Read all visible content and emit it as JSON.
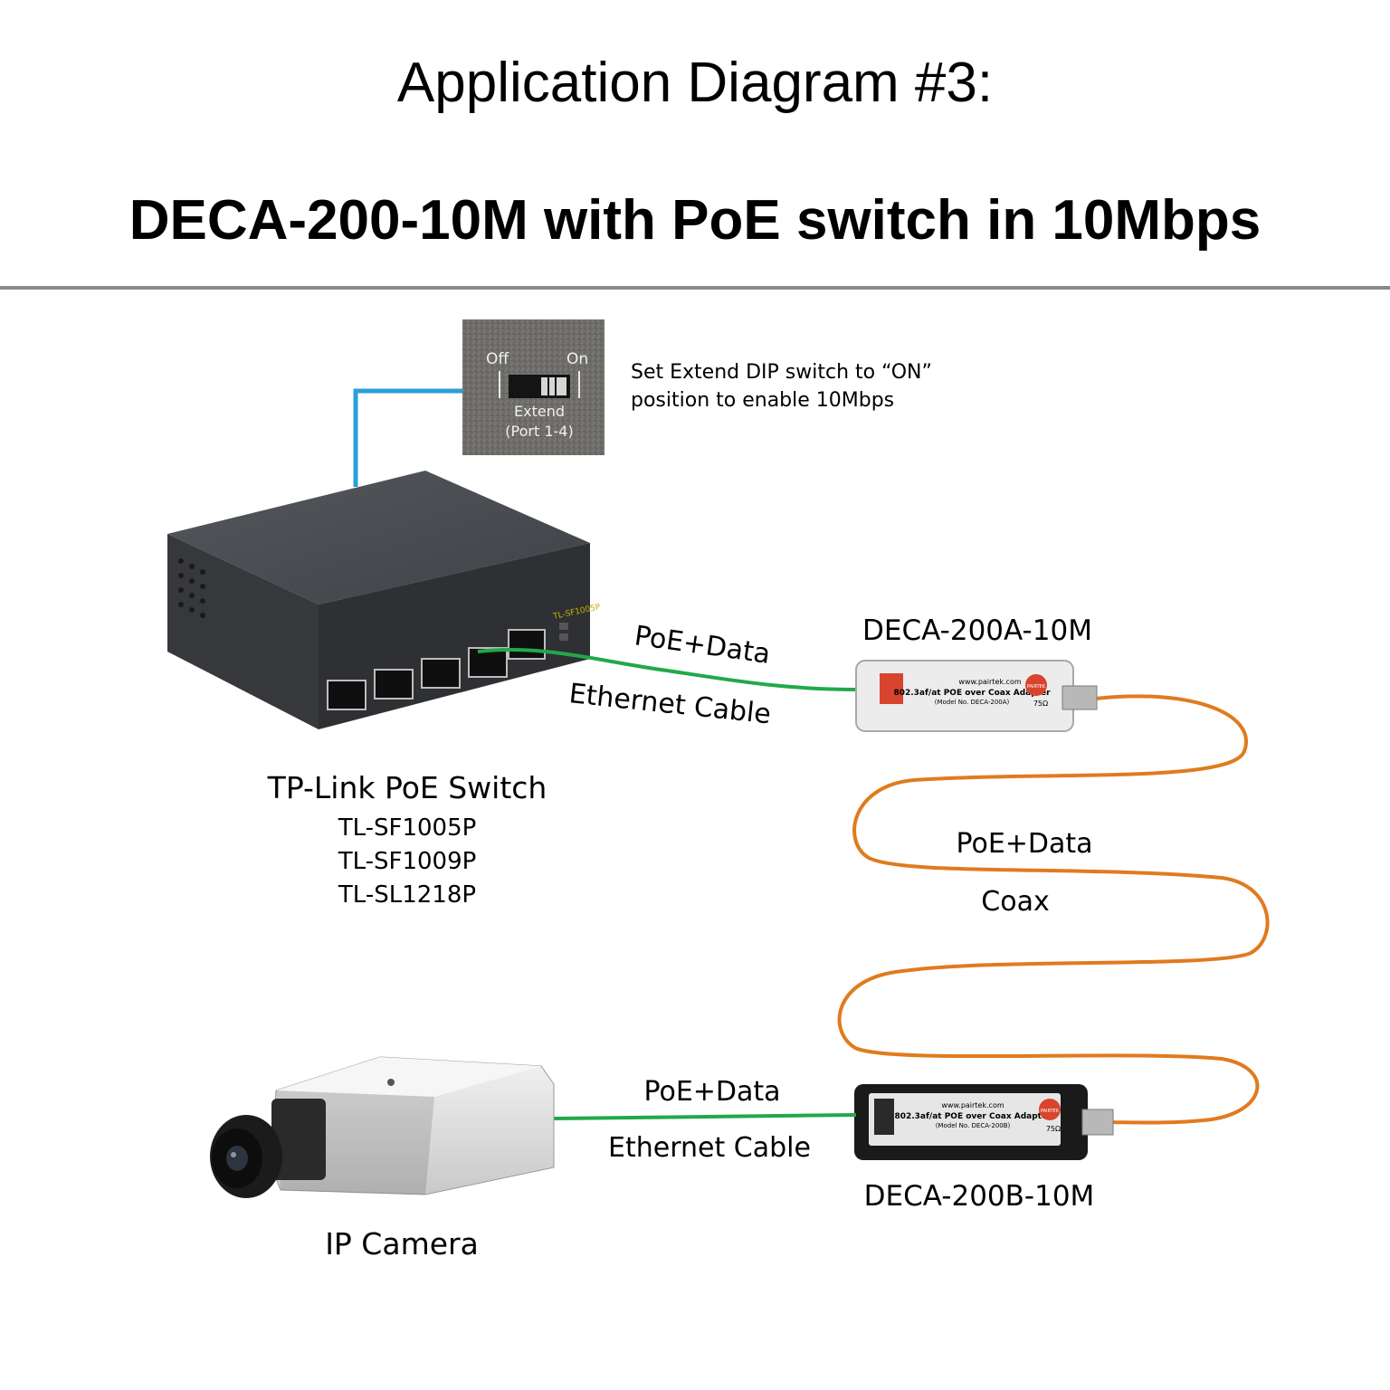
{
  "header": {
    "title": "Application Diagram #3:",
    "subtitle": "DECA-200-10M with PoE switch in 10Mbps"
  },
  "dip_switch": {
    "off_label": "Off",
    "on_label": "On",
    "extend_label": "Extend",
    "port_label": "(Port 1-4)",
    "note_line1": "Set Extend DIP switch to “ON”",
    "note_line2": "position to enable 10Mbps"
  },
  "switch": {
    "name": "TP-Link PoE Switch",
    "models": [
      "TL-SF1005P",
      "TL-SF1009P",
      "TL-SL1218P"
    ],
    "badge": "TL-SF1005P"
  },
  "adapter_a": {
    "name": "DECA-200A-10M",
    "site": "www.pairtek.com",
    "desc": "802.3af/at POE over Coax Adapter",
    "model": "(Model No. DECA-200A)",
    "ohm": "75Ω",
    "brand": "PAIRTEK"
  },
  "adapter_b": {
    "name": "DECA-200B-10M",
    "site": "www.pairtek.com",
    "desc": "802.3af/at POE over Coax Adapter",
    "model": "(Model No. DECA-200B)",
    "ohm": "75Ω",
    "brand": "PAIRTEK"
  },
  "links": {
    "top_upper": "PoE+Data",
    "top_lower": "Ethernet Cable",
    "coax_upper": "PoE+Data",
    "coax_lower": "Coax",
    "bottom_upper": "PoE+Data",
    "bottom_lower": "Ethernet Cable"
  },
  "camera": {
    "name": "IP Camera"
  },
  "colors": {
    "ethernet": "#22a84a",
    "coax": "#e07b1e",
    "dip_link": "#2b9fd9",
    "rule": "#8a8a8a"
  }
}
